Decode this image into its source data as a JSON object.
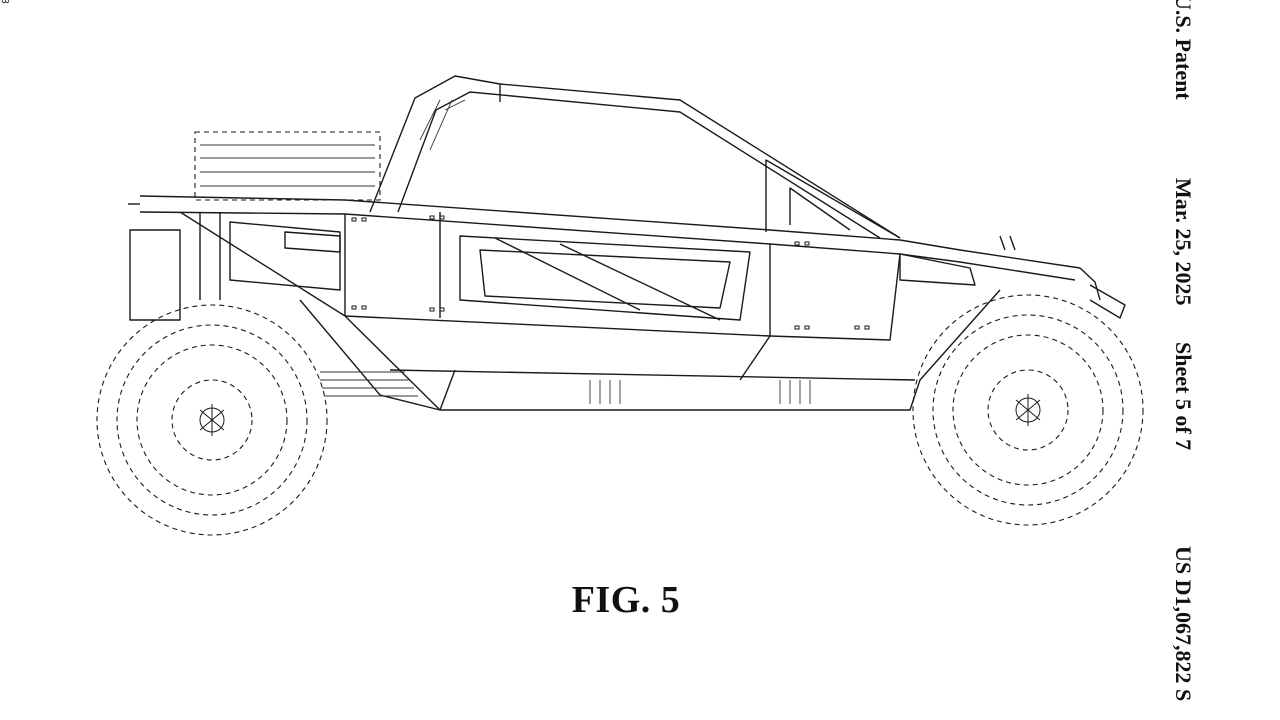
{
  "header": {
    "patent_label": "U.S. Patent",
    "date": "Mar. 25, 2025",
    "sheet": "Sheet 5 of 7",
    "patent_number": "US D1,067,822 S",
    "corner_mark": "3"
  },
  "figure": {
    "label": "FIG. 5"
  }
}
